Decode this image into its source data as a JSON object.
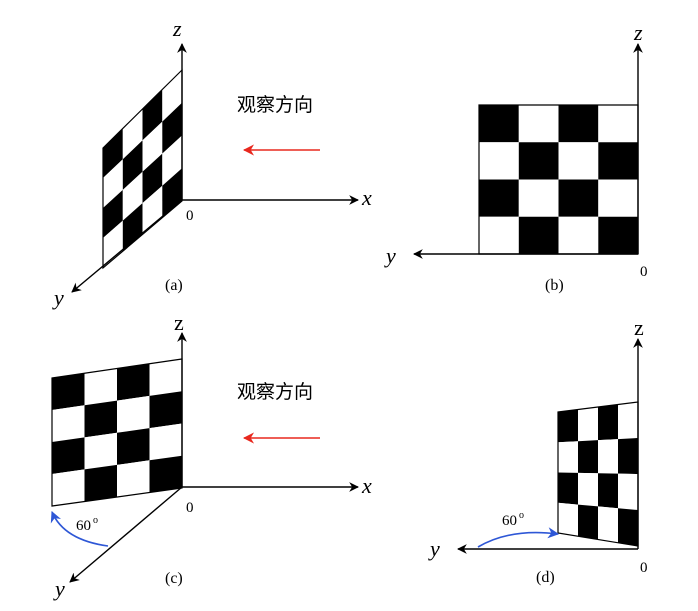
{
  "direction_label": "观察方向",
  "colors": {
    "view_arrow": "#e8281e",
    "angle_arc": "#2e57d6",
    "cell_dark": "#000000",
    "cell_light": "#ffffff"
  },
  "board": {
    "rows": 4,
    "cols": 4
  },
  "panels": {
    "a": {
      "caption": "(a)",
      "z": "z",
      "x": "x",
      "y": "y",
      "origin": "0"
    },
    "b": {
      "caption": "(b)",
      "z": "z",
      "y": "y",
      "origin": "0"
    },
    "c": {
      "caption": "(c)",
      "z": "z",
      "x": "x",
      "y": "y",
      "origin": "0",
      "angle": "60",
      "angle_unit": "o"
    },
    "d": {
      "caption": "(d)",
      "z": "z",
      "y": "y",
      "origin": "0",
      "angle": "60",
      "angle_unit": "o"
    }
  }
}
